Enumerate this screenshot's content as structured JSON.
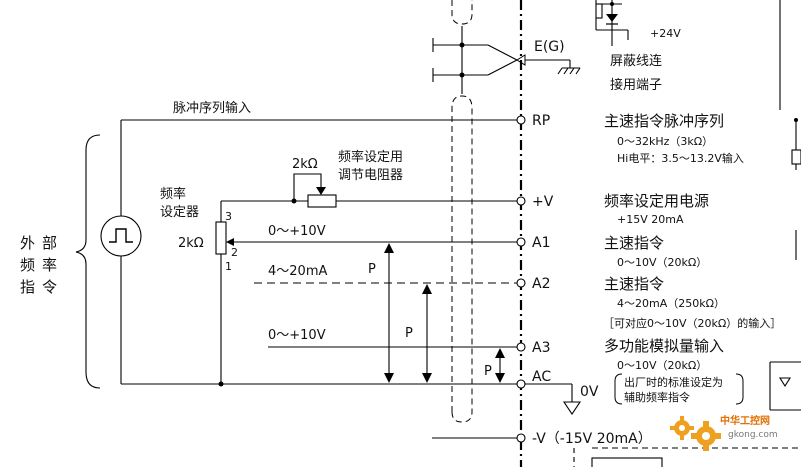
{
  "terminals": {
    "eg": "E(G)",
    "rp": "RP",
    "pv": "+V",
    "a1": "A1",
    "a2": "A2",
    "a3": "A3",
    "ac": "AC",
    "zero_v": "0V",
    "mv": "-V（-15V 20mA）"
  },
  "left": {
    "external_freq_cmd": [
      "外",
      "部",
      "频",
      "率",
      "指",
      "令"
    ],
    "freq_setter": [
      "频率",
      "设定器"
    ],
    "pot_value": "2kΩ",
    "pin1": "1",
    "pin2": "2",
    "pin3": "3"
  },
  "wires": {
    "pulse_input": "脉冲序列输入",
    "adj_resistor_value": "2kΩ",
    "adj_resistor": [
      "频率设定用",
      "调节电阻器"
    ],
    "a1_range": "0～+10V",
    "a2_range": "4～20mA",
    "a3_range": "0～+10V",
    "p1": "P",
    "p2": "P",
    "p3": "P"
  },
  "right": {
    "supply_24v": "+24V",
    "shield": [
      "屏蔽线连",
      "接用端子"
    ],
    "rp_title": "主速指令脉冲序列",
    "rp_range": "0～32kHz（3kΩ）",
    "rp_hi": "Hi电平：3.5～13.2V输入",
    "pv_title": "频率设定用电源",
    "pv_value": "+15V  20mA",
    "a1_title": "主速指令",
    "a1_range": "0～10V（20kΩ）",
    "a2_title": "主速指令",
    "a2_range": "4～20mA（250kΩ）",
    "a2_note": "［可对应0～10V（20kΩ）的输入］",
    "a3_title": "多功能模拟量输入",
    "a3_range": "0～10V（20kΩ）",
    "a3_note": [
      "出厂时的标准设定为",
      "辅助频率指令"
    ]
  },
  "watermark": {
    "name": "中华工控网",
    "url": "gkong.com"
  }
}
